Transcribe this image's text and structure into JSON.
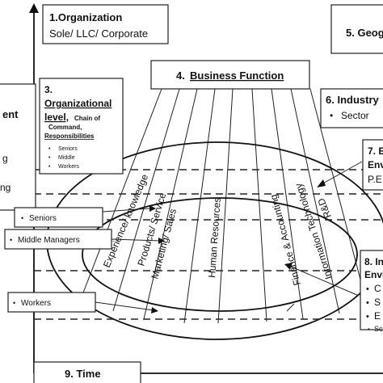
{
  "boxes": {
    "organization": {
      "title": "1.Organization",
      "subtitle": "Sole/ LLC/ Corporate"
    },
    "organizational_level": {
      "title_num": "3.",
      "title_line1": "Organizational",
      "title_line2": "level,",
      "desc_line1": "Chain of",
      "desc_line2": "Command,",
      "desc_line3": "Responsibilities",
      "bullets": [
        "Seniors",
        "Middle",
        "Workers"
      ]
    },
    "business_function": {
      "title_num": "4.",
      "title": "Business Function"
    },
    "geography": {
      "title": "5. Geog"
    },
    "industry": {
      "title": "6. Industry",
      "bullet": "Sector"
    },
    "external_env": {
      "line1": "7. E",
      "line2": "Env",
      "line3": "P.E"
    },
    "internal_env": {
      "line1": "8. In",
      "line2": "Envi",
      "bullets": [
        "C",
        "S",
        "E",
        "Sc"
      ]
    },
    "management_partial": {
      "line1": "ent",
      "line2": "g",
      "line3": "ng"
    },
    "time": {
      "title": "9. Time"
    }
  },
  "level_labels": {
    "seniors": "Seniors",
    "middle": "Middle Managers",
    "workers": "Workers"
  },
  "functions": [
    "Experience/ knowledge",
    "Products/ Service",
    "Marketing/ Sales",
    "Human Resources",
    "Finance & Accounting",
    "Information Technology",
    "R&D"
  ],
  "bullet_glyph": "•"
}
